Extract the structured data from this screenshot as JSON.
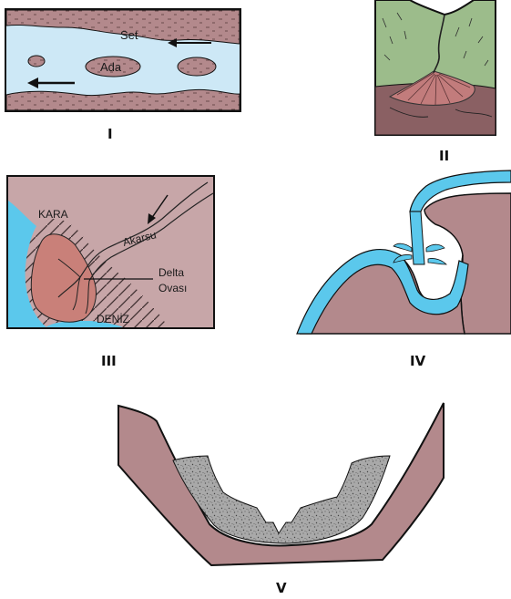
{
  "panels": {
    "p1": {
      "numeral": "I",
      "labels": {
        "bar": "Set",
        "island": "Ada"
      }
    },
    "p2": {
      "numeral": "II"
    },
    "p3": {
      "numeral": "III",
      "labels": {
        "land": "KARA",
        "stream": "Akarsu",
        "delta_line1": "Delta",
        "delta_line2": "Ovası",
        "sea": "DENİZ"
      }
    },
    "p4": {
      "numeral": "IV"
    },
    "p5": {
      "numeral": "V"
    }
  },
  "colors": {
    "brown": "#b3898c",
    "brown_dark": "#8a6063",
    "water": "#cde8f6",
    "water_blue": "#5bc8ec",
    "green": "#9cbc8b",
    "delta_red": "#c98079",
    "gray_sediment": "#a7a7a7"
  }
}
